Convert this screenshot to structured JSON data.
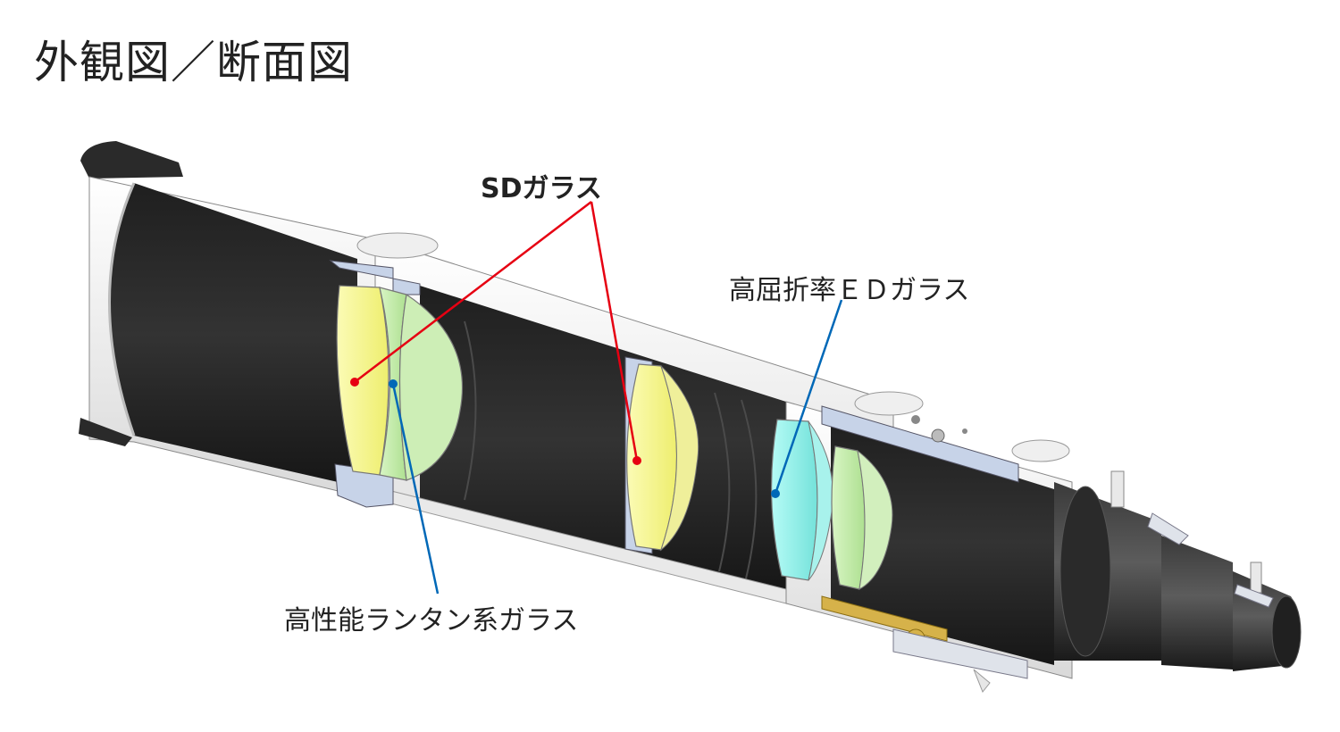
{
  "title": "外観図／断面図",
  "callouts": {
    "sd_glass": "SDガラス",
    "ed_glass": "高屈折率ＥＤガラス",
    "lanthanum_glass": "高性能ランタン系ガラス"
  },
  "colors": {
    "sd_lens": "#f6f58a",
    "lanthanum_lens": "#b9eaa3",
    "ed_lens": "#8ff0ea",
    "leader_red": "#e60012",
    "leader_blue": "#0068b7",
    "tube_interior": "#2b2b2b",
    "tube_shell": "#f2f2f2",
    "metal_cell": "#c7d3e8",
    "gear": "#d6b24a"
  }
}
